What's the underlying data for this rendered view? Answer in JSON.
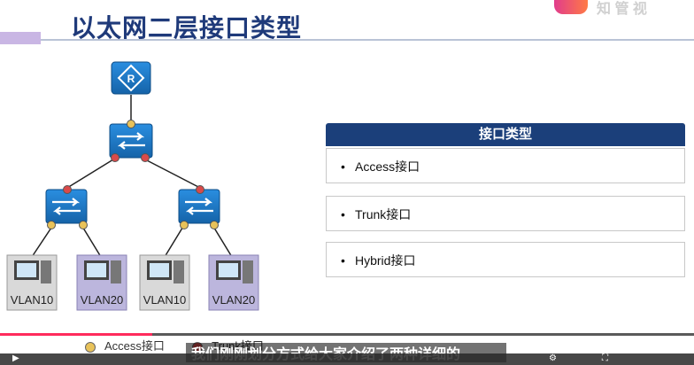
{
  "slide": {
    "title": "以太网二层接口类型",
    "logo_text": "知 管 视"
  },
  "diagram": {
    "router_icon_label": "R",
    "pcs": [
      {
        "label": "VLAN10",
        "style": "gray"
      },
      {
        "label": "VLAN20",
        "style": "purple"
      },
      {
        "label": "VLAN10",
        "style": "gray"
      },
      {
        "label": "VLAN20",
        "style": "purple"
      }
    ]
  },
  "table": {
    "header": "接口类型",
    "rows": [
      {
        "bullet": "•",
        "text": "Access接口"
      },
      {
        "bullet": "•",
        "text": "Trunk接口"
      },
      {
        "bullet": "•",
        "text": "Hybrid接口"
      }
    ]
  },
  "legend": {
    "access_label": "Access接口",
    "trunk_label": "Trunk接口",
    "access_color": "#e8c25a",
    "trunk_color": "#d94a4a"
  },
  "player": {
    "subtitle": "我们刚刚划分方式给大家介绍了两种详细的",
    "progress_percent": 22
  },
  "colors": {
    "title": "#1f3a7a",
    "table_header": "#1b3f7a",
    "device_blue": "#1e7bc4"
  }
}
